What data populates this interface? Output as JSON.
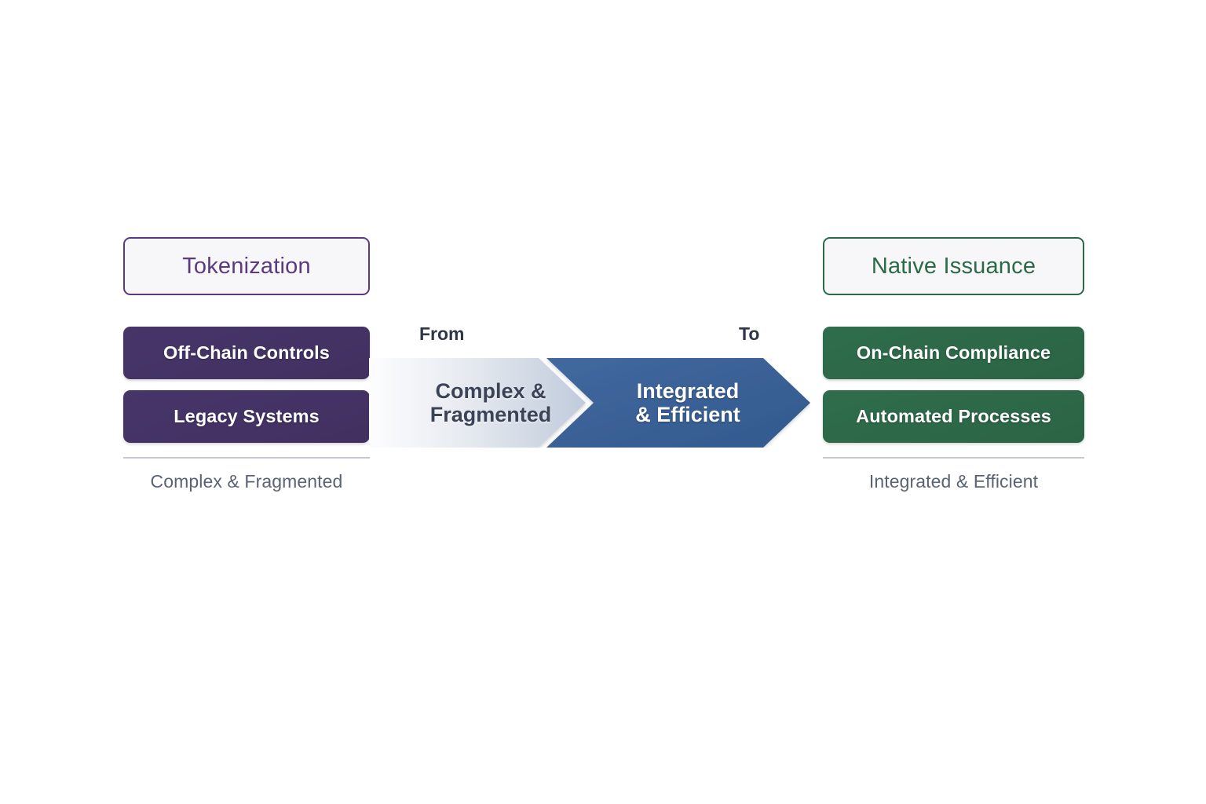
{
  "diagram": {
    "title_left": "Tokenization",
    "title_right": "Native Issuance",
    "left_column": {
      "header": "Tokenization",
      "items": [
        "Off-Chain Controls",
        "Legacy Systems"
      ],
      "caption": "Complex & Fragmented",
      "accent_color": "#5b3a7e",
      "chip_color": "#443366"
    },
    "right_column": {
      "header": "Native Issuance",
      "items": [
        "On-Chain Compliance",
        "Automated Processes"
      ],
      "caption": "Integrated & Efficient",
      "accent_color": "#2b6a47",
      "chip_color": "#2d6a4b"
    },
    "arrow": {
      "from_tag": "From",
      "to_tag": "To",
      "from_line1": "Complex &",
      "from_line2": "Fragmented",
      "to_line1": "Integrated",
      "to_line2": "& Efficient",
      "from_fill_start": "#fbfbfc",
      "from_fill_end": "#c3cedd",
      "to_fill_start": "#3f679f",
      "to_fill_end": "#325a90"
    }
  }
}
